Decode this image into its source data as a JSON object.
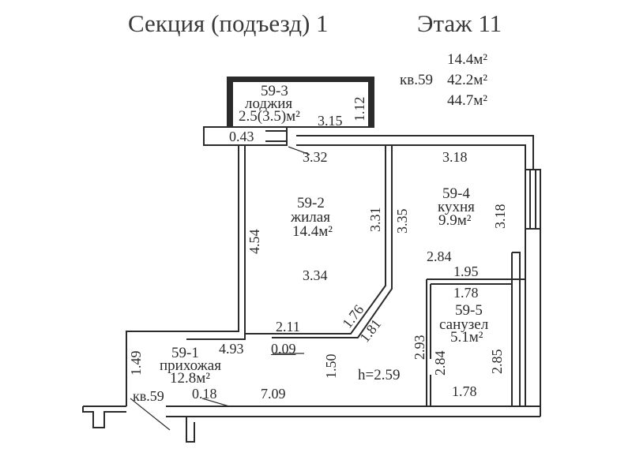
{
  "header": {
    "section": "Секция (подъезд) 1",
    "floor": "Этаж 11"
  },
  "summary": {
    "living_area": "14.4м²",
    "apartment_label": "кв.59",
    "total_area": "42.2м²",
    "area_with_loggia": "44.7м²"
  },
  "rooms": [
    {
      "id": "59-3",
      "name": "лоджия",
      "area": "2.5(3.5)м²"
    },
    {
      "id": "59-2",
      "name": "жилая",
      "area": "14.4м²"
    },
    {
      "id": "59-4",
      "name": "кухня",
      "area": "9.9м²"
    },
    {
      "id": "59-5",
      "name": "санузел",
      "area": "5.1м²"
    },
    {
      "id": "59-1",
      "name": "прихожая",
      "area": "12.8м²"
    }
  ],
  "dimensions": {
    "loggia_height": "1.12",
    "loggia_width": "3.15",
    "loggia_door": "0.43",
    "living_top": "3.32",
    "living_left": "4.54",
    "living_right_a": "3.31",
    "living_right_b": "3.35",
    "living_bottom": "3.34",
    "kitchen_top": "3.18",
    "kitchen_right": "3.18",
    "kitchen_bottom": "2.84",
    "diag_a": "1.76",
    "diag_b": "1.81",
    "hall_2_11": "2.11",
    "hall_0_09": "0.09",
    "hall_4_93": "4.93",
    "hall_1_49": "1.49",
    "hall_0_18": "0.18",
    "hall_7_09": "7.09",
    "hall_1_50": "1.50",
    "ceiling": "h=2.59",
    "bath_top_outer": "1.95",
    "bath_top_inner": "1.78",
    "bath_left_a": "2.93",
    "bath_left_b": "2.84",
    "bath_right": "2.85",
    "bath_bottom": "1.78"
  },
  "entrance_label": "кв.59"
}
